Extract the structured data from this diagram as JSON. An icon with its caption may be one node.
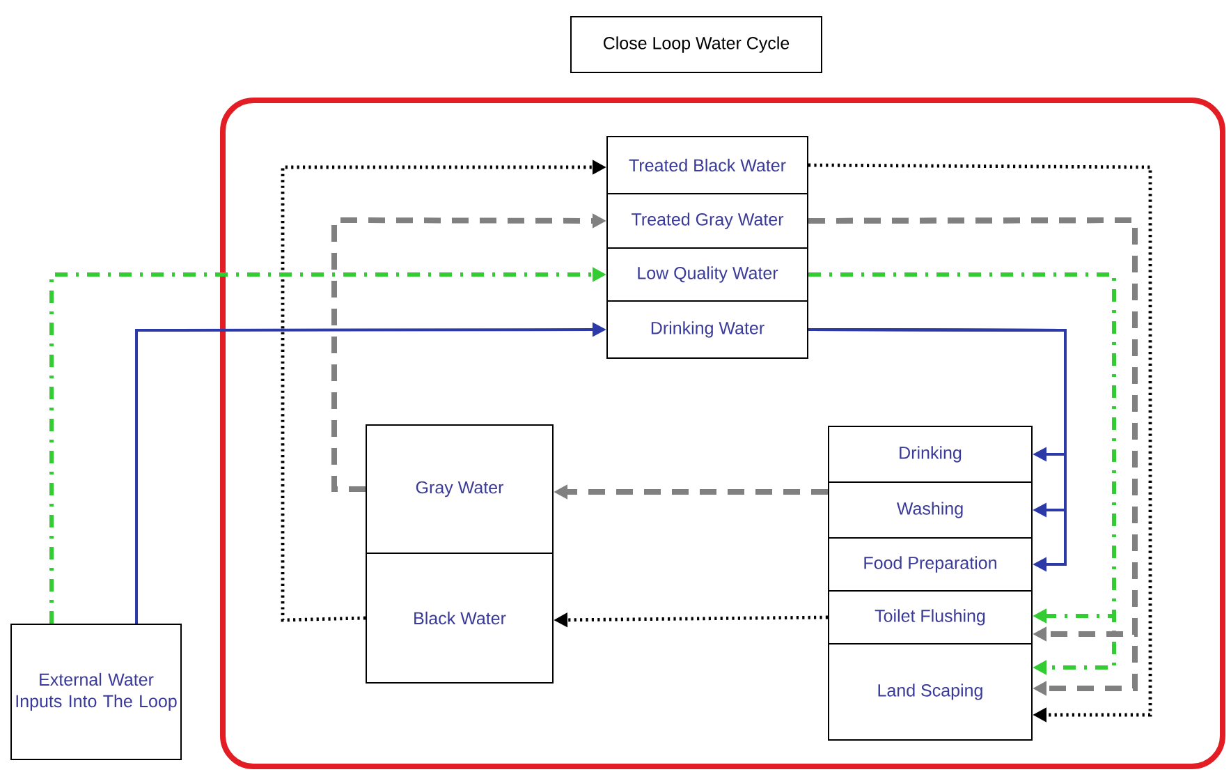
{
  "diagram": {
    "nodes": [
      {
        "text": [
          "Close Loop Water Cycle"
        ]
      },
      {
        "text": [
          "Treated Black Water"
        ]
      },
      {
        "text": [
          "Treated Gray Water"
        ]
      },
      {
        "text": [
          "Low Quality Water"
        ]
      },
      {
        "text": [
          "Drinking Water"
        ]
      },
      {
        "text": [
          "Gray Water"
        ]
      },
      {
        "text": [
          "Black Water"
        ]
      },
      {
        "text": [
          "Drinking"
        ]
      },
      {
        "text": [
          "Washing"
        ]
      },
      {
        "text": [
          "Food Preparation"
        ]
      },
      {
        "text": [
          "Toilet Flushing"
        ]
      },
      {
        "text": [
          "Land Scaping"
        ]
      },
      {
        "text": [
          "External Water Inputs Into The Loop"
        ]
      }
    ],
    "edges": [
      {
        "from": 6,
        "to": 1,
        "arrow": "to",
        "style": "dashed",
        "color": "#000000"
      },
      {
        "from": 5,
        "to": 2,
        "arrow": "to",
        "style": "dashed",
        "color": "#808080"
      },
      {
        "from": 12,
        "to": 3,
        "arrow": "to",
        "style": "dashed",
        "color": "#33cc33"
      },
      {
        "from": 12,
        "to": 4,
        "arrow": "to",
        "color": "#2b3aa8"
      },
      {
        "from": 4,
        "to": 7,
        "arrow": "to",
        "color": "#2b3aa8"
      },
      {
        "from": 4,
        "to": 8,
        "arrow": "to",
        "color": "#2b3aa8"
      },
      {
        "from": 4,
        "to": 9,
        "arrow": "to",
        "color": "#2b3aa8"
      },
      {
        "from": 3,
        "to": 10,
        "arrow": "to",
        "style": "dashed",
        "color": "#33cc33"
      },
      {
        "from": 3,
        "to": 11,
        "arrow": "to",
        "style": "dashed",
        "color": "#33cc33"
      },
      {
        "from": 2,
        "to": 10,
        "arrow": "to",
        "style": "dashed",
        "color": "#808080"
      },
      {
        "from": 2,
        "to": 11,
        "arrow": "to",
        "style": "dashed",
        "color": "#808080"
      },
      {
        "from": 1,
        "to": 11,
        "arrow": "to",
        "style": "dashed",
        "color": "#000000"
      },
      {
        "from": 8,
        "to": 5,
        "arrow": "to",
        "style": "dashed",
        "color": "#808080"
      },
      {
        "from": 10,
        "to": 6,
        "arrow": "to",
        "style": "dashed",
        "color": "#000000"
      }
    ]
  }
}
